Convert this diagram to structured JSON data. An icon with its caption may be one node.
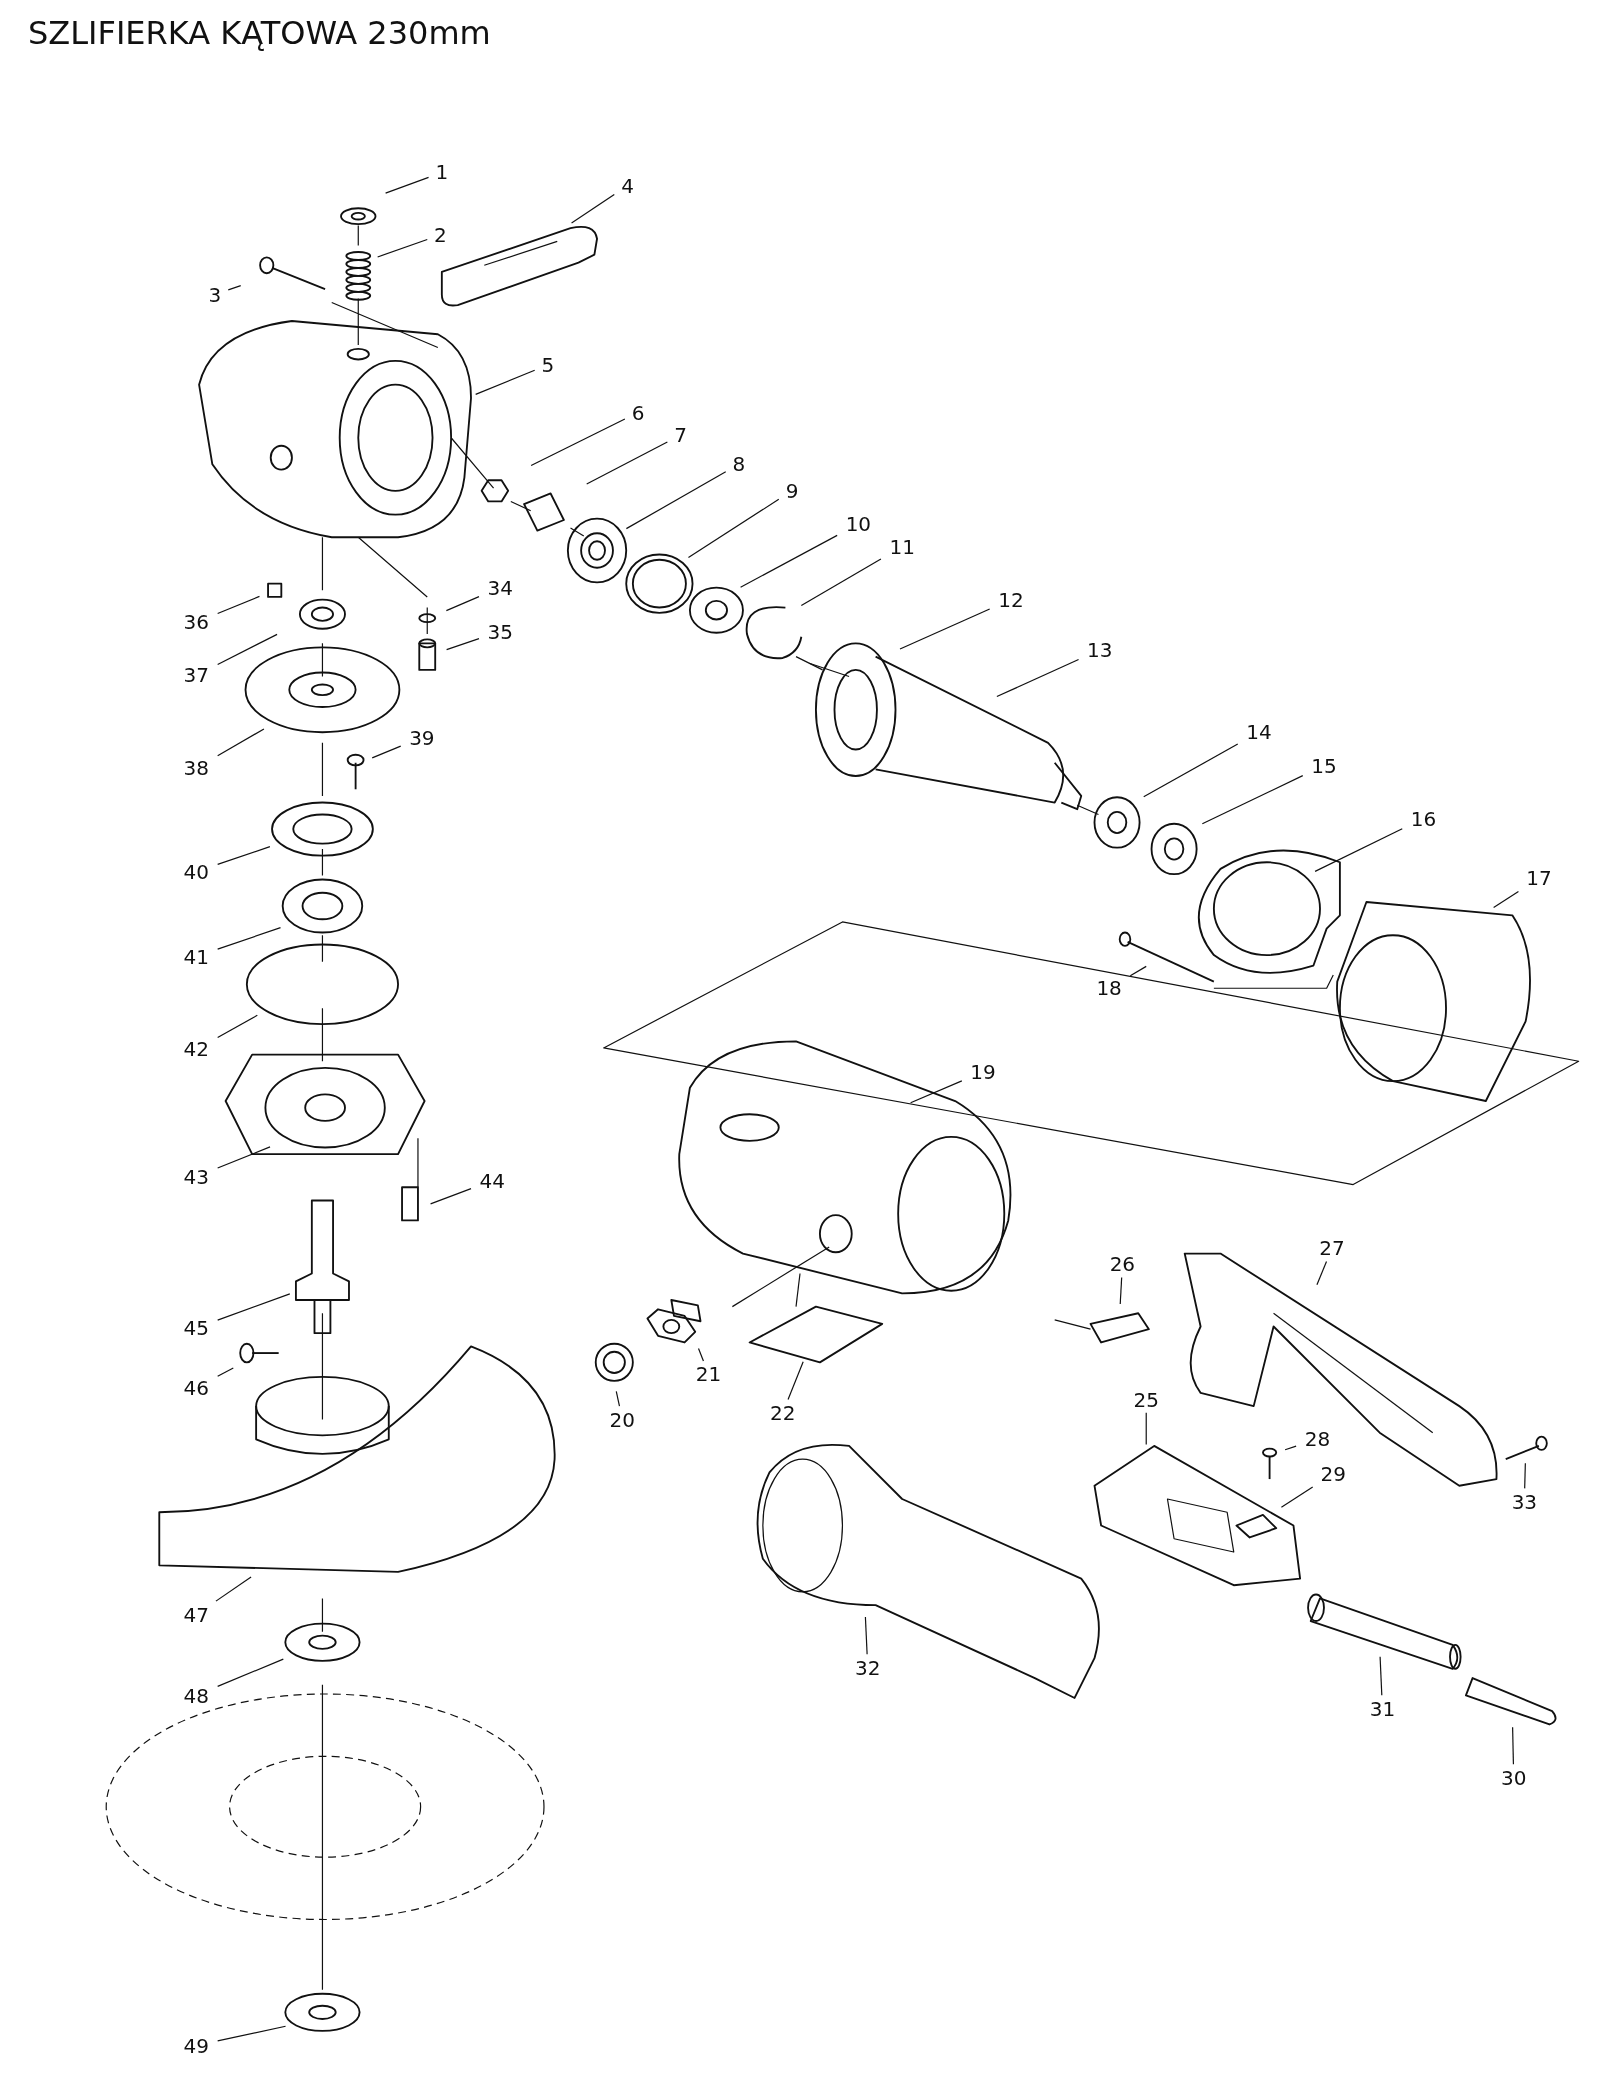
{
  "diagram": {
    "title": "SZLIFIERKA KĄTOWA 230mm",
    "nodes": [
      {
        "text": [
          "1"
        ]
      },
      {
        "text": [
          "2"
        ]
      },
      {
        "text": [
          "3"
        ]
      },
      {
        "text": [
          "4"
        ]
      },
      {
        "text": [
          "5"
        ]
      },
      {
        "text": [
          "6"
        ]
      },
      {
        "text": [
          "7"
        ]
      },
      {
        "text": [
          "8"
        ]
      },
      {
        "text": [
          "9"
        ]
      },
      {
        "text": [
          "10"
        ]
      },
      {
        "text": [
          "11"
        ]
      },
      {
        "text": [
          "12"
        ]
      },
      {
        "text": [
          "13"
        ]
      },
      {
        "text": [
          "14"
        ]
      },
      {
        "text": [
          "15"
        ]
      },
      {
        "text": [
          "16"
        ]
      },
      {
        "text": [
          "17"
        ]
      },
      {
        "text": [
          "18"
        ]
      },
      {
        "text": [
          "19"
        ]
      },
      {
        "text": [
          "20"
        ]
      },
      {
        "text": [
          "21"
        ]
      },
      {
        "text": [
          "22"
        ]
      },
      {
        "text": [
          "25"
        ]
      },
      {
        "text": [
          "26"
        ]
      },
      {
        "text": [
          "27"
        ]
      },
      {
        "text": [
          "28"
        ]
      },
      {
        "text": [
          "29"
        ]
      },
      {
        "text": [
          "30"
        ]
      },
      {
        "text": [
          "31"
        ]
      },
      {
        "text": [
          "32"
        ]
      },
      {
        "text": [
          "33"
        ]
      },
      {
        "text": [
          "34"
        ]
      },
      {
        "text": [
          "35"
        ]
      },
      {
        "text": [
          "36"
        ]
      },
      {
        "text": [
          "37"
        ]
      },
      {
        "text": [
          "38"
        ]
      },
      {
        "text": [
          "39"
        ]
      },
      {
        "text": [
          "40"
        ]
      },
      {
        "text": [
          "41"
        ]
      },
      {
        "text": [
          "42"
        ]
      },
      {
        "text": [
          "43"
        ]
      },
      {
        "text": [
          "44"
        ]
      },
      {
        "text": [
          "45"
        ]
      },
      {
        "text": [
          "46"
        ]
      },
      {
        "text": [
          "47"
        ]
      },
      {
        "text": [
          "48"
        ]
      },
      {
        "text": [
          "49"
        ]
      }
    ],
    "edges": [
      {
        "from": 0,
        "to": null,
        "arrow": "none"
      },
      {
        "from": 1,
        "to": null,
        "arrow": "none"
      },
      {
        "from": 2,
        "to": null,
        "arrow": "none"
      },
      {
        "from": 3,
        "to": null,
        "arrow": "none"
      },
      {
        "from": 4,
        "to": null,
        "arrow": "none"
      },
      {
        "from": 5,
        "to": null,
        "arrow": "none"
      },
      {
        "from": 6,
        "to": null,
        "arrow": "none"
      },
      {
        "from": 7,
        "to": null,
        "arrow": "none"
      },
      {
        "from": 8,
        "to": null,
        "arrow": "none"
      },
      {
        "from": 9,
        "to": null,
        "arrow": "none"
      },
      {
        "from": 10,
        "to": null,
        "arrow": "none"
      },
      {
        "from": 11,
        "to": null,
        "arrow": "none"
      },
      {
        "from": 12,
        "to": null,
        "arrow": "none"
      },
      {
        "from": 13,
        "to": null,
        "arrow": "none"
      },
      {
        "from": 14,
        "to": null,
        "arrow": "none"
      },
      {
        "from": 15,
        "to": null,
        "arrow": "none"
      },
      {
        "from": 16,
        "to": null,
        "arrow": "none"
      },
      {
        "from": 17,
        "to": null,
        "arrow": "none"
      },
      {
        "from": 18,
        "to": null,
        "arrow": "none"
      },
      {
        "from": 19,
        "to": null,
        "arrow": "none"
      },
      {
        "from": 20,
        "to": null,
        "arrow": "none"
      },
      {
        "from": 21,
        "to": null,
        "arrow": "none"
      },
      {
        "from": 22,
        "to": null,
        "arrow": "none"
      },
      {
        "from": 23,
        "to": null,
        "arrow": "none"
      },
      {
        "from": 24,
        "to": null,
        "arrow": "none"
      },
      {
        "from": 25,
        "to": null,
        "arrow": "none"
      },
      {
        "from": 26,
        "to": null,
        "arrow": "none"
      },
      {
        "from": 27,
        "to": null,
        "arrow": "none"
      },
      {
        "from": 28,
        "to": null,
        "arrow": "none"
      },
      {
        "from": 29,
        "to": null,
        "arrow": "none"
      },
      {
        "from": 30,
        "to": null,
        "arrow": "none"
      },
      {
        "from": 31,
        "to": null,
        "arrow": "none"
      },
      {
        "from": 32,
        "to": null,
        "arrow": "none"
      },
      {
        "from": 33,
        "to": null,
        "arrow": "none"
      },
      {
        "from": 34,
        "to": null,
        "arrow": "none"
      },
      {
        "from": 35,
        "to": null,
        "arrow": "none"
      },
      {
        "from": 36,
        "to": null,
        "arrow": "none"
      },
      {
        "from": 37,
        "to": null,
        "arrow": "none"
      },
      {
        "from": 38,
        "to": null,
        "arrow": "none"
      },
      {
        "from": 39,
        "to": null,
        "arrow": "none"
      },
      {
        "from": 40,
        "to": null,
        "arrow": "none"
      },
      {
        "from": 41,
        "to": null,
        "arrow": "none"
      },
      {
        "from": 42,
        "to": null,
        "arrow": "none"
      },
      {
        "from": 43,
        "to": null,
        "arrow": "none"
      },
      {
        "from": 44,
        "to": null,
        "arrow": "none"
      },
      {
        "from": 45,
        "to": null,
        "arrow": "none"
      },
      {
        "from": 46,
        "to": null,
        "arrow": "none"
      }
    ]
  }
}
